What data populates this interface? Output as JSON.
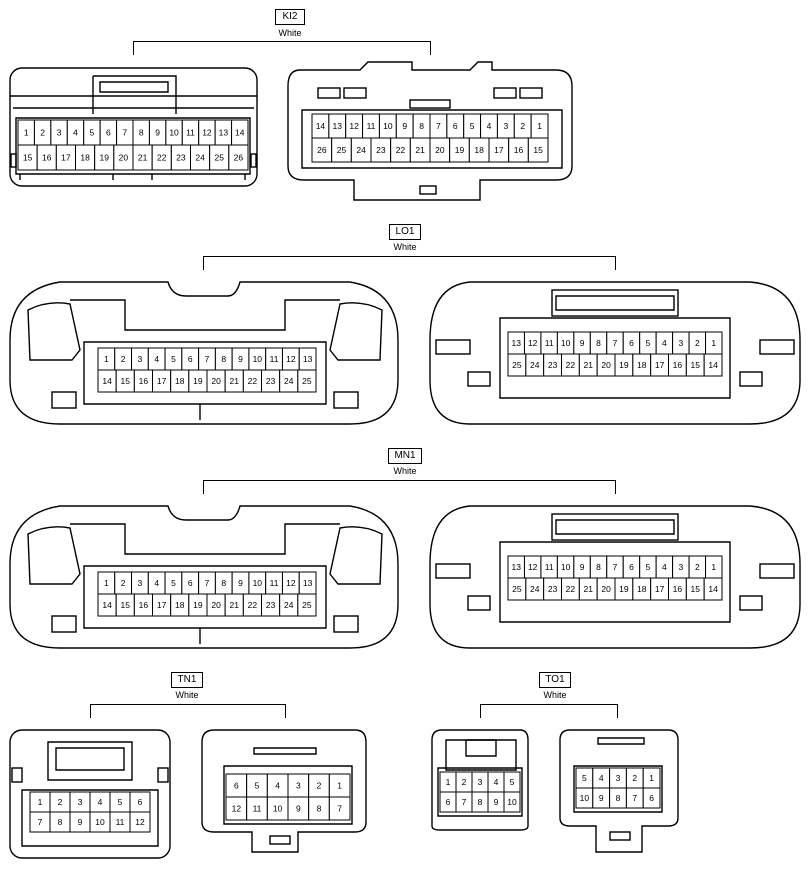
{
  "connectors": [
    {
      "id": "ki2",
      "name": "KI2",
      "color": "White",
      "left_pins": {
        "top": [
          "1",
          "2",
          "3",
          "4",
          "5",
          "6",
          "7",
          "8",
          "9",
          "10",
          "11",
          "12",
          "13",
          "14"
        ],
        "bottom": [
          "15",
          "16",
          "17",
          "18",
          "19",
          "20",
          "21",
          "22",
          "23",
          "24",
          "25",
          "26"
        ]
      },
      "right_pins": {
        "top": [
          "14",
          "13",
          "12",
          "11",
          "10",
          "9",
          "8",
          "7",
          "6",
          "5",
          "4",
          "3",
          "2",
          "1"
        ],
        "bottom": [
          "26",
          "25",
          "24",
          "23",
          "22",
          "21",
          "20",
          "19",
          "18",
          "17",
          "16",
          "15"
        ]
      }
    },
    {
      "id": "lo1",
      "name": "LO1",
      "color": "White",
      "left_pins": {
        "top": [
          "1",
          "2",
          "3",
          "4",
          "5",
          "6",
          "7",
          "8",
          "9",
          "10",
          "11",
          "12",
          "13"
        ],
        "bottom": [
          "14",
          "15",
          "16",
          "17",
          "18",
          "19",
          "20",
          "21",
          "22",
          "23",
          "24",
          "25"
        ]
      },
      "right_pins": {
        "top": [
          "13",
          "12",
          "11",
          "10",
          "9",
          "8",
          "7",
          "6",
          "5",
          "4",
          "3",
          "2",
          "1"
        ],
        "bottom": [
          "25",
          "24",
          "23",
          "22",
          "21",
          "20",
          "19",
          "18",
          "17",
          "16",
          "15",
          "14"
        ]
      }
    },
    {
      "id": "mn1",
      "name": "MN1",
      "color": "White",
      "left_pins": {
        "top": [
          "1",
          "2",
          "3",
          "4",
          "5",
          "6",
          "7",
          "8",
          "9",
          "10",
          "11",
          "12",
          "13"
        ],
        "bottom": [
          "14",
          "15",
          "16",
          "17",
          "18",
          "19",
          "20",
          "21",
          "22",
          "23",
          "24",
          "25"
        ]
      },
      "right_pins": {
        "top": [
          "13",
          "12",
          "11",
          "10",
          "9",
          "8",
          "7",
          "6",
          "5",
          "4",
          "3",
          "2",
          "1"
        ],
        "bottom": [
          "25",
          "24",
          "23",
          "22",
          "21",
          "20",
          "19",
          "18",
          "17",
          "16",
          "15",
          "14"
        ]
      }
    },
    {
      "id": "tn1",
      "name": "TN1",
      "color": "White",
      "left_pins": {
        "top": [
          "1",
          "2",
          "3",
          "4",
          "5",
          "6"
        ],
        "bottom": [
          "7",
          "8",
          "9",
          "10",
          "11",
          "12"
        ]
      },
      "right_pins": {
        "top": [
          "6",
          "5",
          "4",
          "3",
          "2",
          "1"
        ],
        "bottom": [
          "12",
          "11",
          "10",
          "9",
          "8",
          "7"
        ]
      }
    },
    {
      "id": "to1",
      "name": "TO1",
      "color": "White",
      "left_pins": {
        "top": [
          "1",
          "2",
          "3",
          "4",
          "5"
        ],
        "bottom": [
          "6",
          "7",
          "8",
          "9",
          "10"
        ]
      },
      "right_pins": {
        "top": [
          "5",
          "4",
          "3",
          "2",
          "1"
        ],
        "bottom": [
          "10",
          "9",
          "8",
          "7",
          "6"
        ]
      }
    }
  ]
}
